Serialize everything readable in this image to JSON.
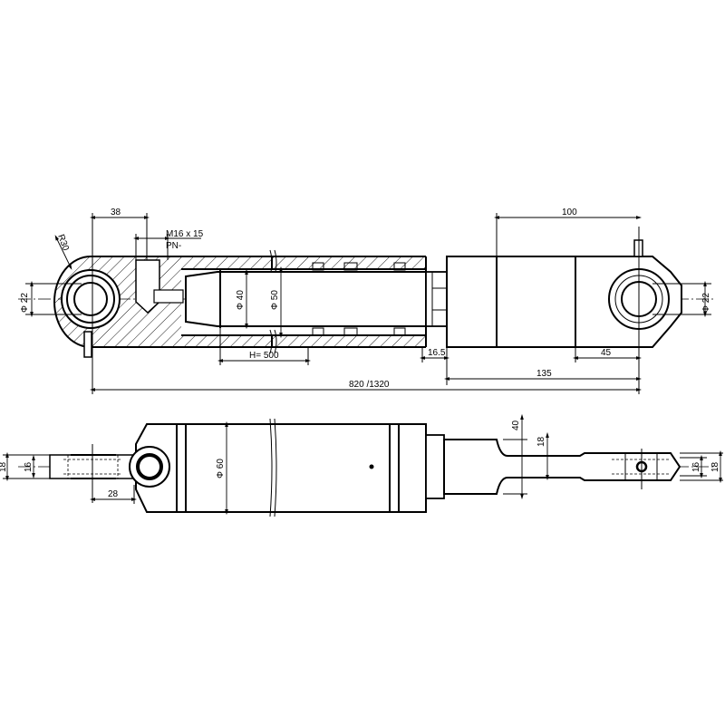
{
  "title": "Hydraulic cylinder drawing",
  "top_view": {
    "dim_38": "38",
    "thread": "M16 x 15",
    "thread_std": "PN-",
    "radius": "R30",
    "dia_22_left": "Φ 22",
    "dia_40": "Φ 40",
    "dia_50": "Φ 50",
    "stroke": "H= 500",
    "dim_16_5": "16.5",
    "dim_100": "100",
    "dia_22_right": "Φ 22",
    "dim_45": "45",
    "dim_135": "135",
    "total_length": "820 /1320"
  },
  "bottom_view": {
    "dim_18_left": "18",
    "dim_16_left": "16",
    "dim_28": "28",
    "dia_60": "Φ 60",
    "dim_40": "40",
    "dim_18_mid": "18",
    "dim_16_right": "16",
    "dim_18_right": "18"
  }
}
